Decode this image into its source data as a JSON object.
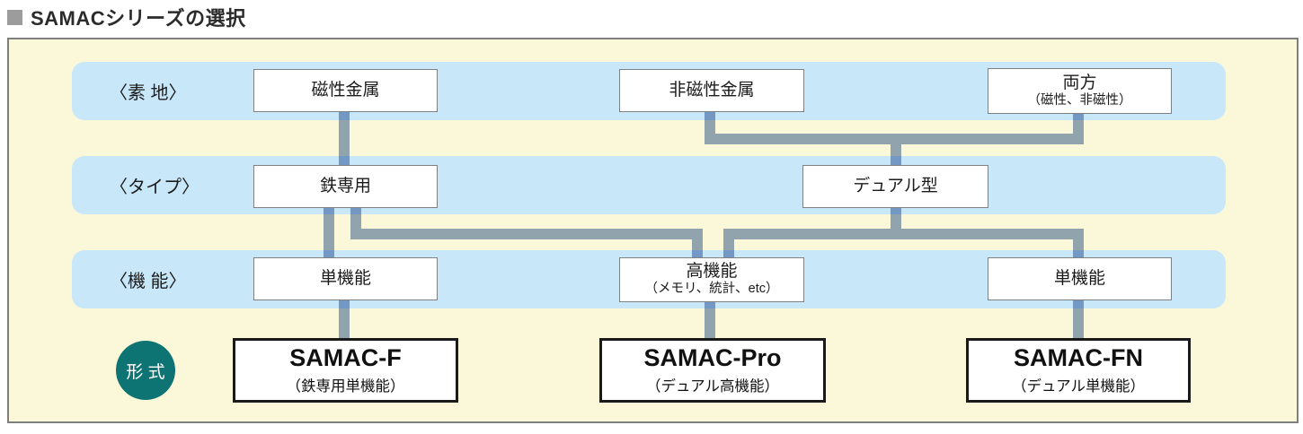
{
  "title": {
    "text": "SAMACシリーズの選択"
  },
  "colors": {
    "panel_fill": "#FBF8DA",
    "panel_border": "#7f7f7f",
    "band_fill": "#C8E7F9",
    "connector": "#93A8C9",
    "box_border": "#808080",
    "result_border": "#1a1a1a",
    "badge_fill": "#0D7473",
    "badge_text": "#ffffff",
    "title_square": "#9C9C9C"
  },
  "rows": [
    {
      "label": "〈素 地〉",
      "boxes": [
        {
          "title": "磁性金属"
        },
        {
          "title": "非磁性金属"
        },
        {
          "title": "両方",
          "subtitle": "（磁性、非磁性）"
        }
      ]
    },
    {
      "label": "〈タイプ〉",
      "boxes": [
        {
          "title": "鉄専用"
        },
        {
          "title": "デュアル型"
        }
      ]
    },
    {
      "label": "〈機 能〉",
      "boxes": [
        {
          "title": "単機能"
        },
        {
          "title": "高機能",
          "subtitle": "（メモリ、統計、etc）"
        },
        {
          "title": "単機能"
        }
      ]
    }
  ],
  "result_row": {
    "label": "形 式",
    "models": [
      {
        "name": "SAMAC-F",
        "subtitle": "（鉄専用単機能）"
      },
      {
        "name": "SAMAC-Pro",
        "subtitle": "（デュアル高機能）"
      },
      {
        "name": "SAMAC-FN",
        "subtitle": "（デュアル単機能）"
      }
    ]
  }
}
